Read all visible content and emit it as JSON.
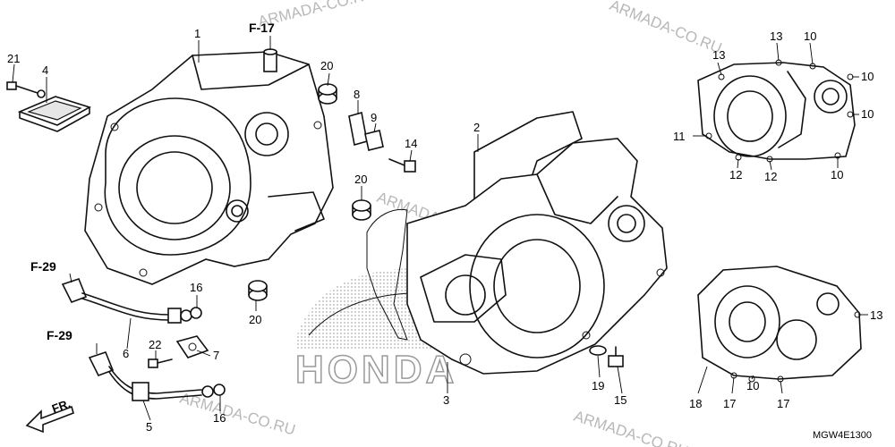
{
  "diagram": {
    "callouts": [
      {
        "id": "c1",
        "text": "1"
      },
      {
        "id": "c2",
        "text": "2"
      },
      {
        "id": "c3",
        "text": "3"
      },
      {
        "id": "c4",
        "text": "4"
      },
      {
        "id": "c5",
        "text": "5"
      },
      {
        "id": "c6",
        "text": "6"
      },
      {
        "id": "c7",
        "text": "7"
      },
      {
        "id": "c8",
        "text": "8"
      },
      {
        "id": "c9",
        "text": "9"
      },
      {
        "id": "c10a",
        "text": "10"
      },
      {
        "id": "c10b",
        "text": "10"
      },
      {
        "id": "c10c",
        "text": "10"
      },
      {
        "id": "c10d",
        "text": "10"
      },
      {
        "id": "c10e",
        "text": "10"
      },
      {
        "id": "c11",
        "text": "11"
      },
      {
        "id": "c12a",
        "text": "12"
      },
      {
        "id": "c12b",
        "text": "12"
      },
      {
        "id": "c13a",
        "text": "13"
      },
      {
        "id": "c13b",
        "text": "13"
      },
      {
        "id": "c13c",
        "text": "13"
      },
      {
        "id": "c14",
        "text": "14"
      },
      {
        "id": "c15",
        "text": "15"
      },
      {
        "id": "c16a",
        "text": "16"
      },
      {
        "id": "c16b",
        "text": "16"
      },
      {
        "id": "c17a",
        "text": "17"
      },
      {
        "id": "c17b",
        "text": "17"
      },
      {
        "id": "c18",
        "text": "18"
      },
      {
        "id": "c19",
        "text": "19"
      },
      {
        "id": "c20a",
        "text": "20"
      },
      {
        "id": "c20b",
        "text": "20"
      },
      {
        "id": "c20c",
        "text": "20"
      },
      {
        "id": "c21",
        "text": "21"
      },
      {
        "id": "c22",
        "text": "22"
      }
    ],
    "references": [
      "F-17",
      "F-29",
      "F-29"
    ],
    "direction_label": "FR.",
    "logo_text": "HONDA",
    "watermark": "ARMADA-CO.RU",
    "diagram_code": "MGW4E1300"
  }
}
